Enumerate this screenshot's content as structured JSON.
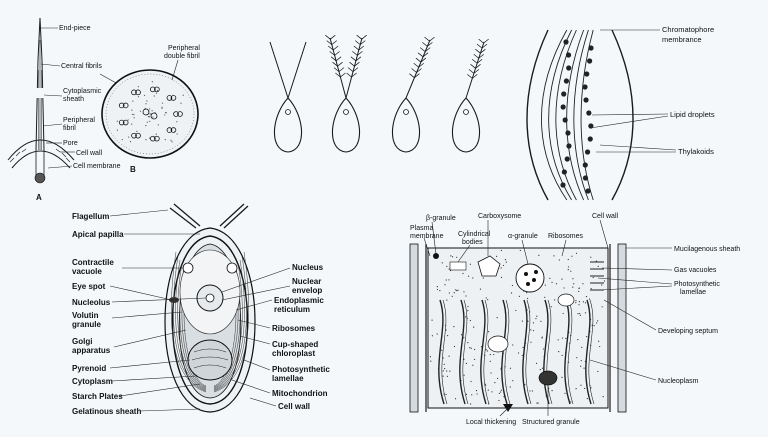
{
  "flagellum_diagram": {
    "end_piece": "End-piece",
    "central_fibrils": "Central fibrils",
    "cytoplasmic_sheath_1": "Cytoplasmic",
    "cytoplasmic_sheath_2": "sheath",
    "peripheral_fibril_1": "Peripheral",
    "peripheral_fibril_2": "fibril",
    "pore": "Pore",
    "cell_wall": "Cell wall",
    "cell_membrane": "Cell membrane",
    "peripheral_double_fibril_1": "Peripheral",
    "peripheral_double_fibril_2": "double fibril",
    "label_a": "A",
    "label_b": "B"
  },
  "chromatophore": {
    "membrane_1": "Chromatophore",
    "membrane_2": "membrance",
    "lipid_droplets": "Lipid droplets",
    "thylakoids": "Thylakoids"
  },
  "chlamydomonas": {
    "flagellum": "Flagellum",
    "apical_papilla": "Apical papilla",
    "contractile_vacuole_1": "Contractile",
    "contractile_vacuole_2": "vacuole",
    "eye_spot": "Eye spot",
    "nucleolus": "Nucleolus",
    "volutin_granule_1": "Volutin",
    "volutin_granule_2": "granule",
    "golgi_apparatus_1": "Golgi",
    "golgi_apparatus_2": "apparatus",
    "pyrenoid": "Pyrenoid",
    "cytoplasm": "Cytoplasm",
    "starch_plates": "Starch Plates",
    "gelatinous_sheath": "Gelatinous sheath",
    "nucleus": "Nucleus",
    "nuclear_envelop_1": "Nuclear",
    "nuclear_envelop_2": "envelop",
    "endoplasmic_reticulum_1": "Endoplasmic",
    "endoplasmic_reticulum_2": "reticulum",
    "ribosomes": "Ribosomes",
    "cup_shaped_chloroplast_1": "Cup-shaped",
    "cup_shaped_chloroplast_2": "chloroplast",
    "photosynthetic_lamellae_1": "Photosynthetic",
    "photosynthetic_lamellae_2": "lamellae",
    "mitochondrion": "Mitochondrion",
    "cell_wall": "Cell wall"
  },
  "cyanobacteria": {
    "beta_granule": "β-granule",
    "plasma_membrane_1": "Plasma",
    "plasma_membrane_2": "membrane",
    "carboxysome": "Carboxysome",
    "cylindrical_bodies_1": "Cylindrical",
    "cylindrical_bodies_2": "bodies",
    "alpha_granule": "α-granule",
    "ribosomes": "Ribosomes",
    "cell_wall": "Cell wall",
    "mucilagenous_sheath": "Mucilagenous sheath",
    "gas_vacuoles": "Gas vacuoles",
    "photosynthetic_lamellae_1": "Photosynthetic",
    "photosynthetic_lamellae_2": "lamellae",
    "developing_septum": "Developing septum",
    "nucleoplasm": "Nucleoplasm",
    "local_thickening": "Local thickening",
    "structured_granule": "Structured granule"
  },
  "colors": {
    "background": "#f4f8fb",
    "ink": "#1a1a1a"
  }
}
